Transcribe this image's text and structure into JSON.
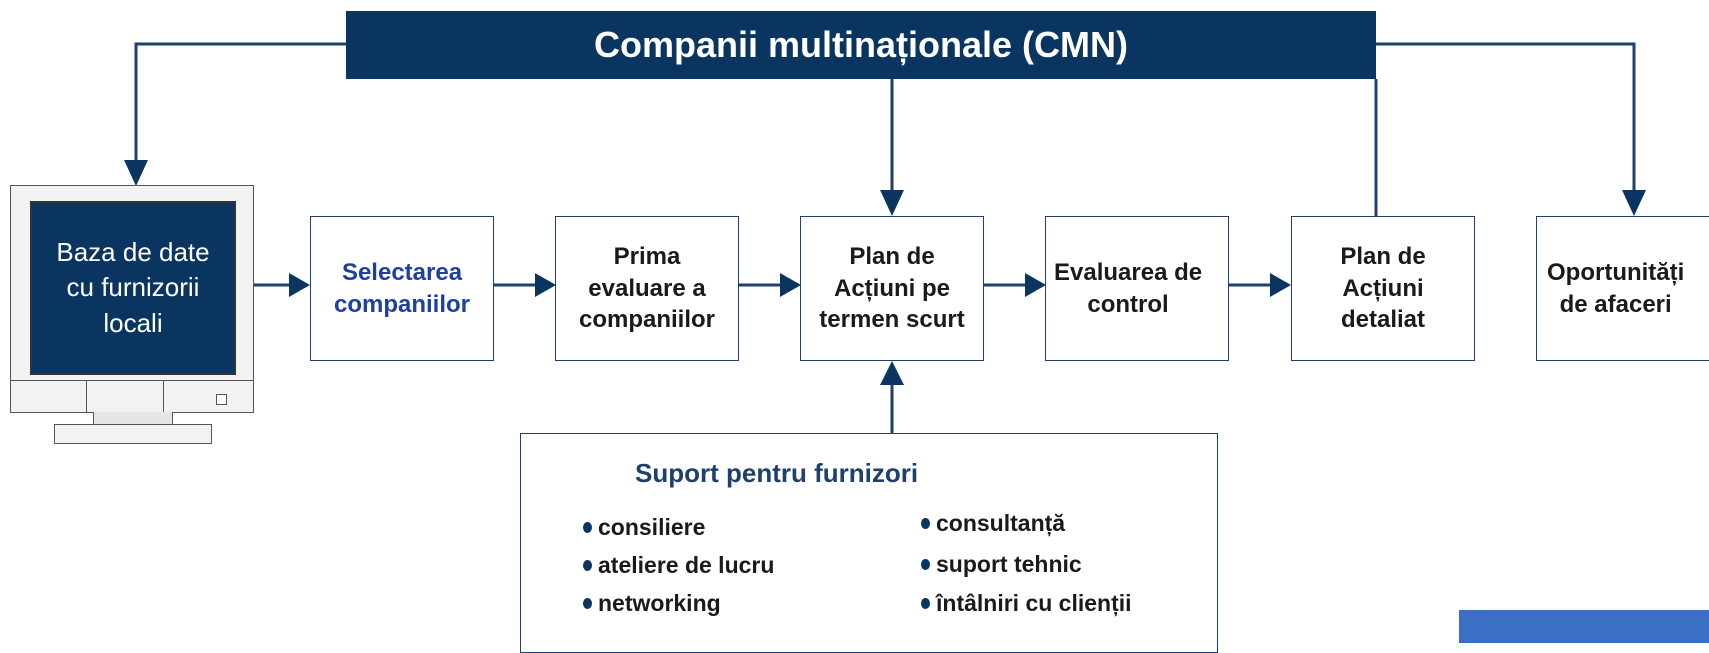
{
  "banner": {
    "title": "Companii multinaționale (CMN)"
  },
  "database": {
    "label": "Baza de date\ncu furnizorii\nlocali"
  },
  "steps": [
    {
      "label": "Selectarea\ncompaniilor"
    },
    {
      "label": "Prima\nevaluare a\ncompaniilor"
    },
    {
      "label": "Plan de\nAcțiuni pe\ntermen scurt"
    },
    {
      "label": "Evaluarea de\ncontrol"
    },
    {
      "label": "Plan de\nAcțiuni\ndetaliat"
    },
    {
      "label": "Oportunități\nde afaceri"
    }
  ],
  "support": {
    "title": "Suport pentru furnizori",
    "left_items": [
      "consiliere",
      "ateliere de lucru",
      "networking"
    ],
    "right_items": [
      "consultanță",
      "suport tehnic",
      "întâlniri cu clienții"
    ]
  },
  "colors": {
    "navy": "#0b3561",
    "accent_blue": "#1f3fa3",
    "corner_blue": "#3a6fc4"
  }
}
